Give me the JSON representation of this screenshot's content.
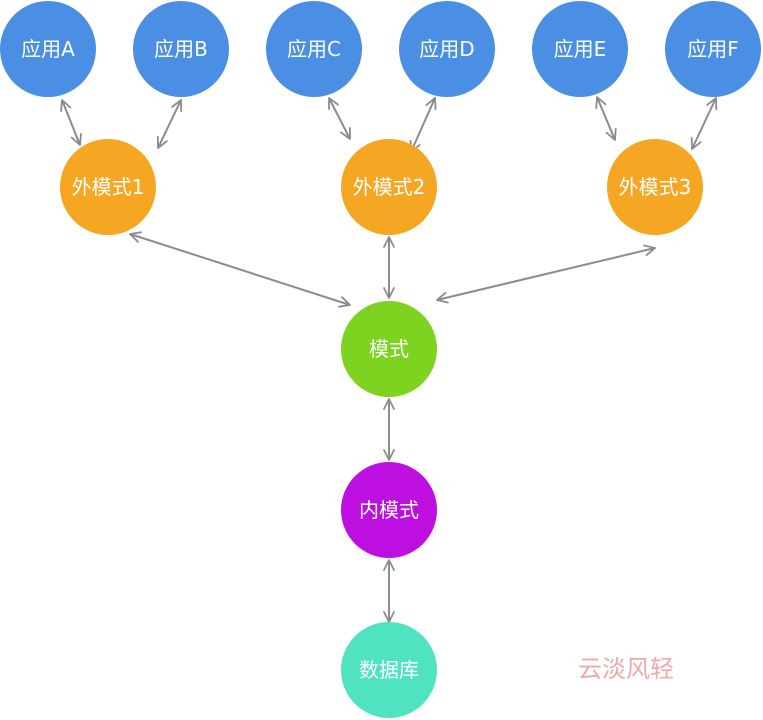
{
  "nodes": [
    {
      "id": "appA",
      "label": "应用A",
      "color": "#4a8fe4"
    },
    {
      "id": "appB",
      "label": "应用B",
      "color": "#4a8fe4"
    },
    {
      "id": "appC",
      "label": "应用C",
      "color": "#4a8fe4"
    },
    {
      "id": "appD",
      "label": "应用D",
      "color": "#4a8fe4"
    },
    {
      "id": "appE",
      "label": "应用E",
      "color": "#4a8fe4"
    },
    {
      "id": "appF",
      "label": "应用F",
      "color": "#4a8fe4"
    },
    {
      "id": "ext1",
      "label": "外模式1",
      "color": "#f5a623"
    },
    {
      "id": "ext2",
      "label": "外模式2",
      "color": "#f5a623"
    },
    {
      "id": "ext3",
      "label": "外模式3",
      "color": "#f5a623"
    },
    {
      "id": "schema",
      "label": "模式",
      "color": "#7ed321"
    },
    {
      "id": "internal",
      "label": "内模式",
      "color": "#bd10e0"
    },
    {
      "id": "database",
      "label": "数据库",
      "color": "#50e3c2"
    }
  ],
  "edges": [
    {
      "from": "appA",
      "to": "ext1",
      "direction": "both"
    },
    {
      "from": "appB",
      "to": "ext1",
      "direction": "both"
    },
    {
      "from": "appC",
      "to": "ext2",
      "direction": "both"
    },
    {
      "from": "appD",
      "to": "ext2",
      "direction": "both"
    },
    {
      "from": "appE",
      "to": "ext3",
      "direction": "both"
    },
    {
      "from": "appF",
      "to": "ext3",
      "direction": "both"
    },
    {
      "from": "ext1",
      "to": "schema",
      "direction": "both"
    },
    {
      "from": "ext2",
      "to": "schema",
      "direction": "both"
    },
    {
      "from": "ext3",
      "to": "schema",
      "direction": "both"
    },
    {
      "from": "schema",
      "to": "internal",
      "direction": "both"
    },
    {
      "from": "internal",
      "to": "database",
      "direction": "both"
    }
  ],
  "edge_color": "#8c8c8c",
  "watermark": {
    "text": "云淡风轻",
    "color": "#f4a7a7"
  }
}
